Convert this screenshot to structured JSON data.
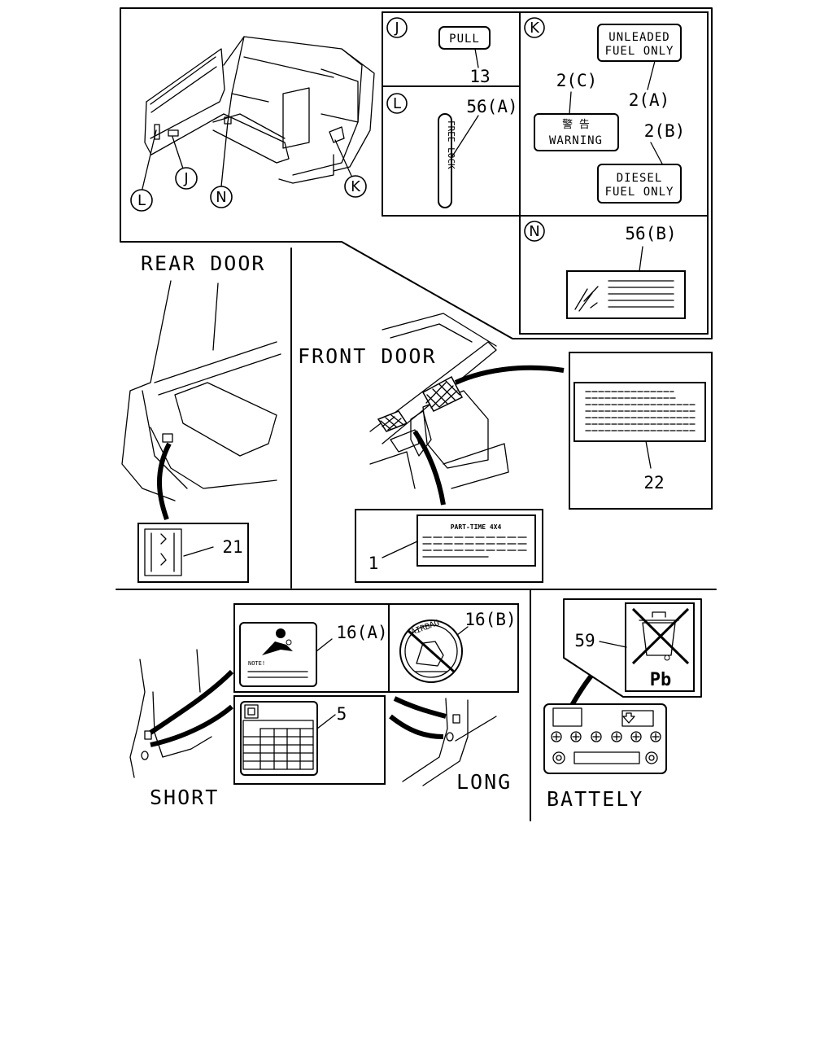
{
  "callouts": {
    "L": "L",
    "J": "J",
    "N": "N",
    "K": "K"
  },
  "panel_j": {
    "letter": "J",
    "label_text": "PULL",
    "part": "13"
  },
  "panel_l": {
    "letter": "L",
    "label_text": "FREE LOCK",
    "part": "56(A)"
  },
  "panel_k": {
    "letter": "K",
    "unleaded_line1": "UNLEADED",
    "unleaded_line2": "FUEL ONLY",
    "part_a": "2(A)",
    "part_c": "2(C)",
    "warning_kanji": "警 告",
    "warning_text": "WARNING",
    "part_b": "2(B)",
    "diesel_line1": "DIESEL",
    "diesel_line2": "FUEL ONLY"
  },
  "panel_n": {
    "letter": "N",
    "part": "56(B)"
  },
  "sections": {
    "rear_door": "REAR DOOR",
    "front_door": "FRONT DOOR",
    "short": "SHORT",
    "long": "LONG",
    "battery": "BATTELY"
  },
  "parts": {
    "p21": "21",
    "p22": "22",
    "p1": "1",
    "p1_label": "PART-TIME 4X4",
    "p16a": "16(A)",
    "p16a_note": "NOTE!",
    "p16b": "16(B)",
    "p16b_text": "AIRBAG",
    "p5": "5",
    "p59": "59",
    "p59_text": "Pb"
  }
}
